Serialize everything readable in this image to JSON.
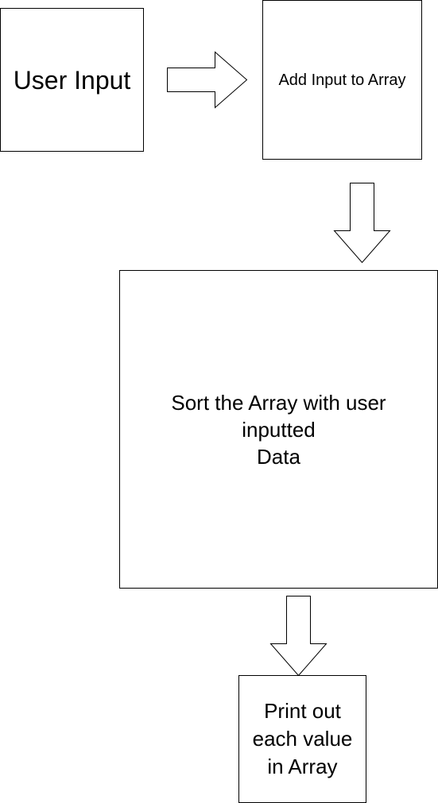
{
  "diagram": {
    "nodes": {
      "user_input": "User Input",
      "add_input": "Add Input to Array",
      "sort_array": "Sort the Array with user\ninputted\nData",
      "print_values": "Print out\neach value\nin Array"
    },
    "edges": [
      {
        "from": "user_input",
        "to": "add_input",
        "direction": "right"
      },
      {
        "from": "add_input",
        "to": "sort_array",
        "direction": "down"
      },
      {
        "from": "sort_array",
        "to": "print_values",
        "direction": "down"
      }
    ],
    "colors": {
      "stroke": "#000000",
      "fill": "#ffffff",
      "text": "#000000"
    }
  }
}
